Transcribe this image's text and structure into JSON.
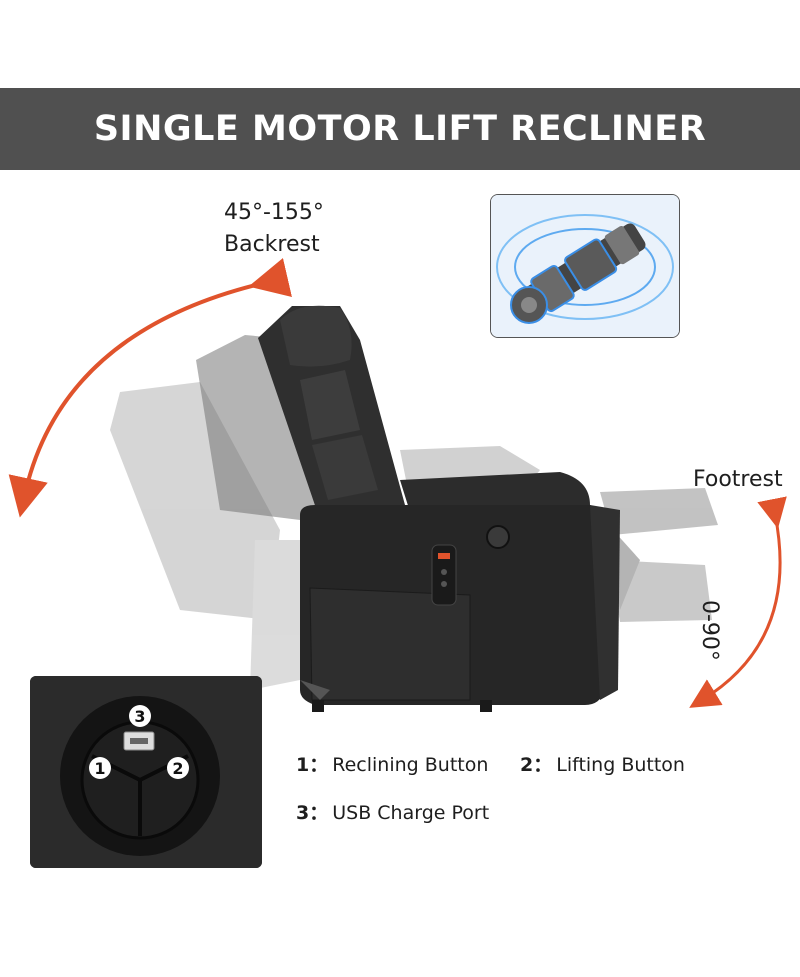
{
  "banner": {
    "title": "SINGLE MOTOR LIFT RECLINER"
  },
  "backrest": {
    "angle": "45°-155°",
    "label": "Backrest"
  },
  "footrest": {
    "label": "Footrest",
    "angle": "0-90°"
  },
  "inset": {
    "button_1": "1",
    "button_2": "2",
    "button_3": "3"
  },
  "legend": {
    "item1": {
      "num": "1：",
      "text": "Reclining Button"
    },
    "item2": {
      "num": "2：",
      "text": "Lifting Button"
    },
    "item3": {
      "num": "3：",
      "text": "USB Charge Port"
    }
  },
  "colors": {
    "banner_bg": "#505050",
    "arrow": "#e0532c",
    "motor_blue": "#3a8ee6"
  }
}
